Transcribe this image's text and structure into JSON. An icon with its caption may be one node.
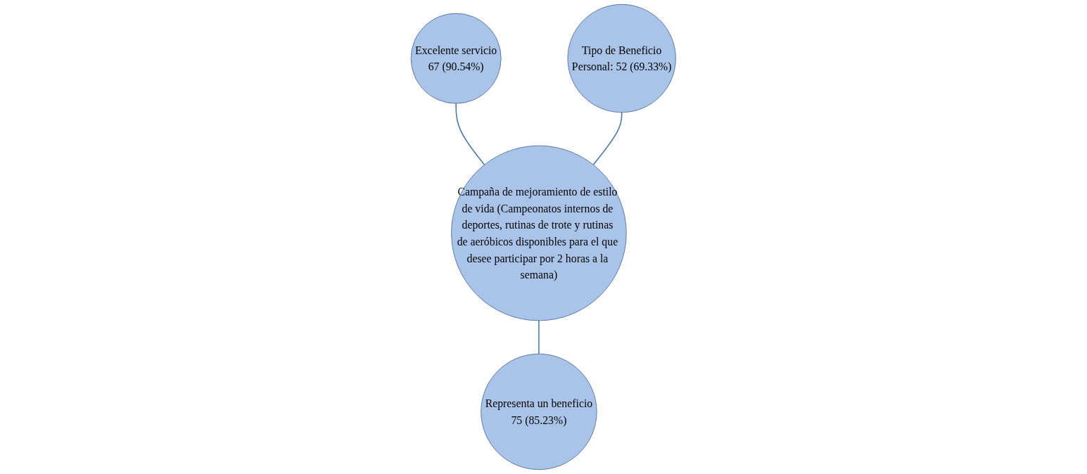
{
  "diagram": {
    "nodes": [
      {
        "text": [
          "Excelente servicio",
          "67 (90.54%)"
        ]
      },
      {
        "text": [
          "Campaña de mejoramiento de estilo de vida (Campeonatos internos de deportes, rutinas de trote y rutinas de aeróbicos disponibles para el que desee participar por 2 horas a la semana)"
        ]
      },
      {
        "text": [
          "Tipo de Beneficio",
          "Personal: 52 (69.33%)"
        ]
      },
      {
        "text": [
          "Representa un beneficio",
          "75 (85.23%)"
        ]
      }
    ],
    "edges": [
      {
        "from": 0,
        "to": 1,
        "arrow": "none"
      },
      {
        "from": 2,
        "to": 1,
        "arrow": "none"
      },
      {
        "from": 1,
        "to": 3,
        "arrow": "none"
      }
    ]
  }
}
